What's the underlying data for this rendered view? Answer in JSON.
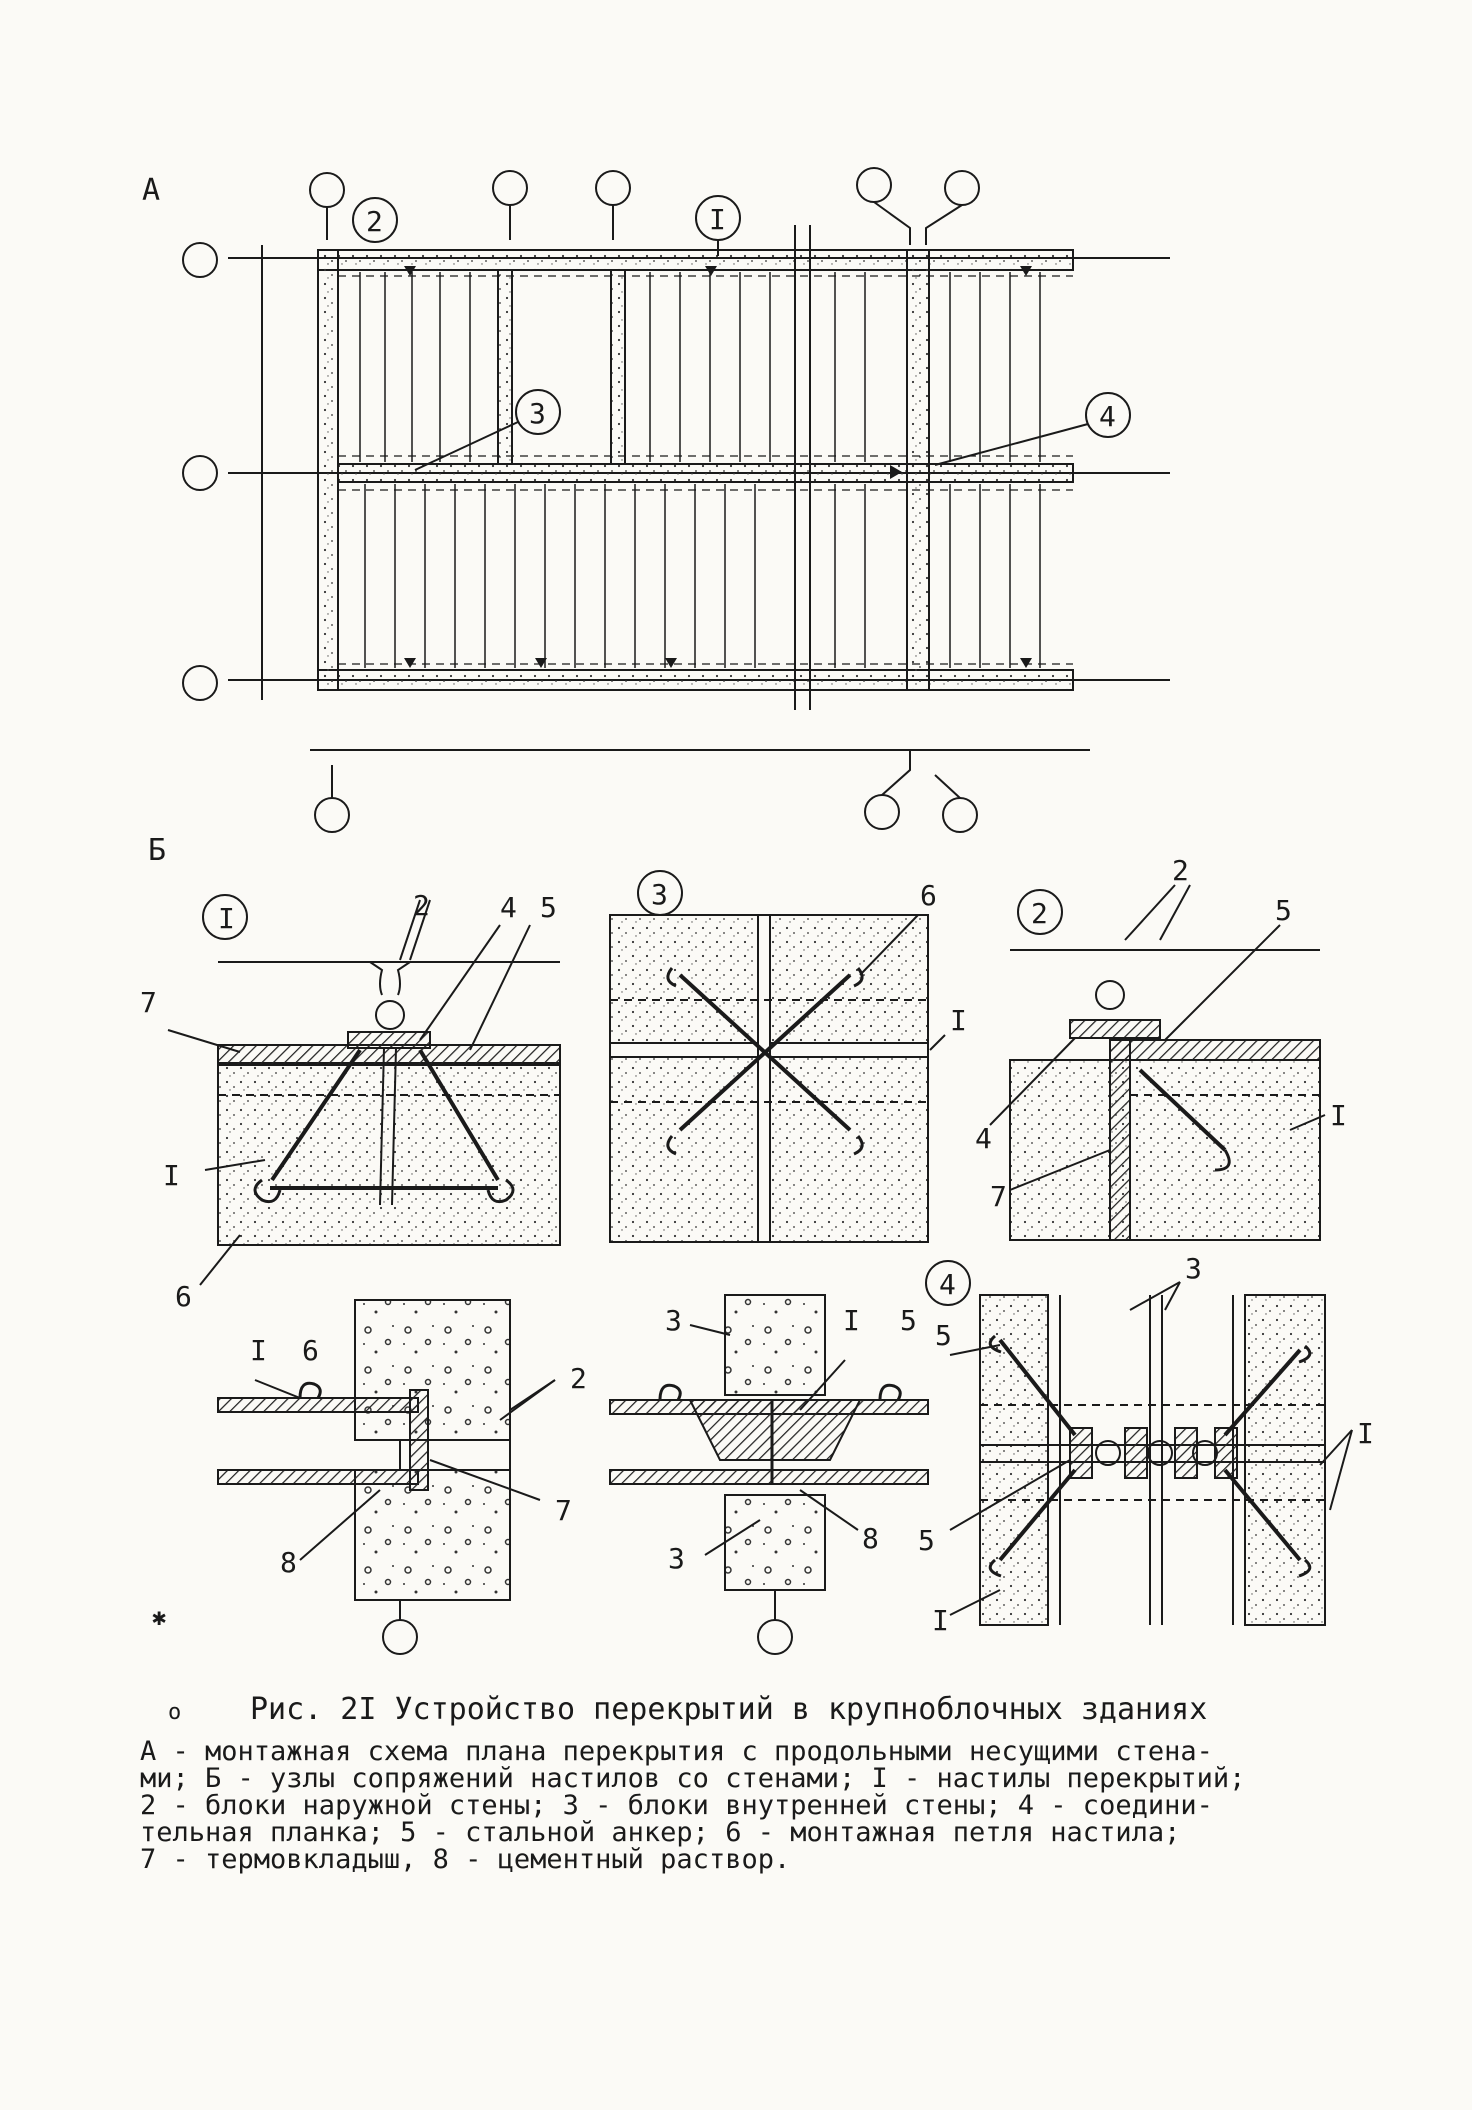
{
  "section_labels": {
    "a": "А",
    "b": "Б"
  },
  "plan_markers": {
    "m1": "I",
    "m2": "2",
    "m3": "3",
    "m4": "4"
  },
  "detail_titles": {
    "d1": "I",
    "d2": "3",
    "d3": "2",
    "d4": "4"
  },
  "detail_I_labels": {
    "two": "2",
    "four": "4",
    "five": "5",
    "seven": "7",
    "one": "I",
    "six": "6"
  },
  "detail_3_labels": {
    "six": "6",
    "one": "I"
  },
  "detail_2_labels": {
    "two": "2",
    "five": "5",
    "four": "4",
    "seven": "7",
    "one": "I"
  },
  "section_a_labels": {
    "one": "I",
    "six": "6",
    "two": "2",
    "seven": "7",
    "eight": "8"
  },
  "section_b_labels": {
    "three_top": "3",
    "one": "I",
    "five": "5",
    "three_bot": "3",
    "eight": "8"
  },
  "detail_4_labels": {
    "three": "3",
    "five_top": "5",
    "five_bot": "5",
    "one_right": "I",
    "one_bot": "I"
  },
  "caption": {
    "bullet": "о",
    "title": "Рис. 2I  Устройство перекрытий в крупноблочных зданиях",
    "lines": [
      "А - монтажная схема плана перекрытия с продольными несущими стена-",
      "ми; Б - узлы сопряжений настилов со стенами; I - настилы перекрытий;",
      "2 - блоки наружной стены; 3 - блоки внутренней стены; 4 - соедини-",
      "тельная планка; 5 - стальной анкер; 6 - монтажная петля настила;",
      "7 - термовкладыш, 8 - цементный раствор."
    ]
  }
}
